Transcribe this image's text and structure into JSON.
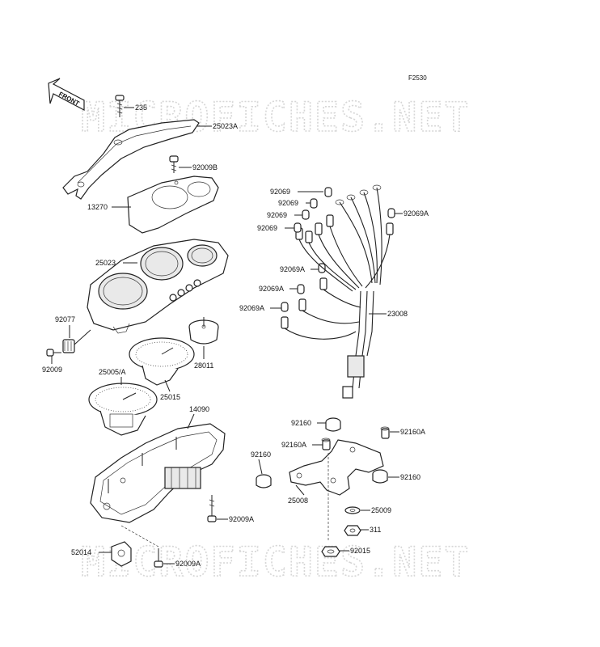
{
  "figure_code": "F2530",
  "watermark": "MICROFICHES.NET",
  "front_indicator": "FRONT",
  "callouts": {
    "c235": "235",
    "c25023A": "25023A",
    "c92009B": "92009B",
    "c13270": "13270",
    "c25023": "25023",
    "c92077": "92077",
    "c92009": "92009",
    "c25005A": "25005/A",
    "c25015": "25015",
    "c28011": "28011",
    "c14090": "14090",
    "c92009A_1": "92009A",
    "c52014": "52014",
    "c92009A_2": "92009A",
    "c92069_1": "92069",
    "c92069_2": "92069",
    "c92069_3": "92069",
    "c92069_4": "92069",
    "c92069A_1": "92069A",
    "c92069A_2": "92069A",
    "c92069A_3": "92069A",
    "c92069A_4": "92069A",
    "c23008": "23008",
    "c92160_1": "92160",
    "c92160A_1": "92160A",
    "c92160A_2": "92160A",
    "c92160_2": "92160",
    "c92160_3": "92160",
    "c25008": "25008",
    "c25009": "25009",
    "c311": "311",
    "c92015": "92015"
  }
}
